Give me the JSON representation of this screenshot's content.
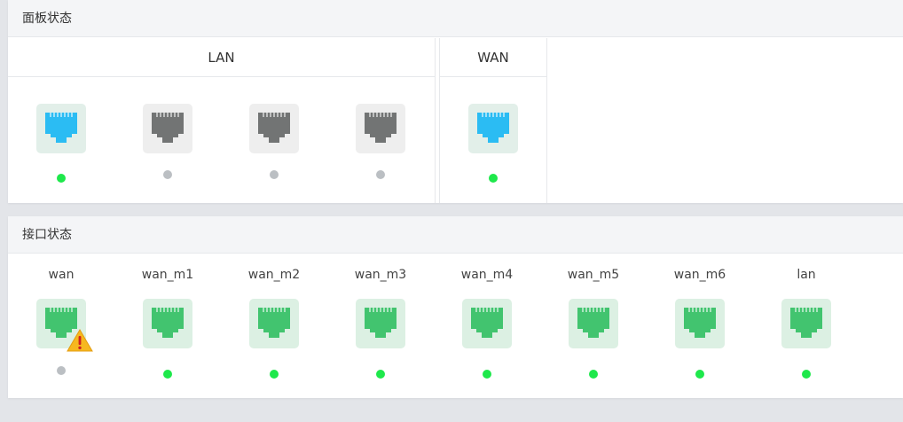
{
  "panel_status": {
    "title": "面板状态",
    "lan_title": "LAN",
    "wan_title": "WAN",
    "lan_ports": [
      {
        "state": "connected"
      },
      {
        "state": "disconnected"
      },
      {
        "state": "disconnected"
      },
      {
        "state": "disconnected"
      }
    ],
    "wan_ports": [
      {
        "state": "connected"
      }
    ]
  },
  "interface_status": {
    "title": "接口状态",
    "interfaces": [
      {
        "label": "wan",
        "state": "warning"
      },
      {
        "label": "wan_m1",
        "state": "up"
      },
      {
        "label": "wan_m2",
        "state": "up"
      },
      {
        "label": "wan_m3",
        "state": "up"
      },
      {
        "label": "wan_m4",
        "state": "up"
      },
      {
        "label": "wan_m5",
        "state": "up"
      },
      {
        "label": "wan_m6",
        "state": "up"
      },
      {
        "label": "lan",
        "state": "up"
      }
    ]
  },
  "colors": {
    "connected_icon": "#2bbcf3",
    "disconnected_icon": "#727474",
    "up_icon": "#42c46f",
    "dot_green": "#1ee84b",
    "dot_gray": "#bbbfc3",
    "tile_bg_blue": "#e2efe9",
    "tile_bg_gray": "#eeeeee",
    "tile_bg_green": "#dcf0e3",
    "warning": "#f6b81f"
  },
  "icons": {
    "port": "ethernet-port-icon",
    "warning": "warning-icon"
  }
}
